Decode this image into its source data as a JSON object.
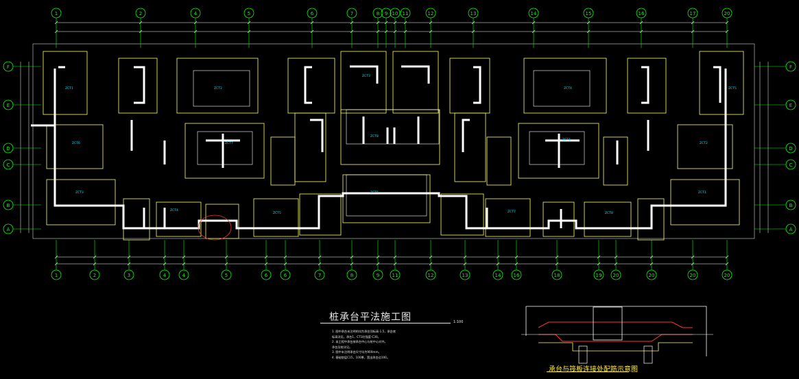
{
  "drawing": {
    "title": "桩承台平法施工图",
    "scale": "1:100",
    "notes": [
      "1. 图中承台未注明的均为承台顶标高-1.5，承台底",
      "   标高详见，承台1，CT1砼强度-C30。",
      "2. 本工程中承台按承台中心与桩中心对齐。",
      "   承台及桩详见。",
      "3. 图中未注明承台尺寸均为900mm。",
      "4. 基础垫层C15，100厚，宽出承台边100。"
    ],
    "section_title": "承台与筏板连接处配筋示意图"
  },
  "grid_top": [
    "1",
    "2",
    "4",
    "5",
    "6",
    "7",
    "8",
    "9",
    "10",
    "11",
    "12",
    "13",
    "14",
    "15",
    "16",
    "17",
    "20"
  ],
  "grid_bottom": [
    "1",
    "2",
    "3",
    "4",
    "4",
    "5",
    "6",
    "6",
    "7",
    "8",
    "9",
    "11",
    "12",
    "13",
    "14",
    "16",
    "18",
    "19",
    "20",
    "20",
    "20",
    "20"
  ],
  "grid_rows": [
    "F",
    "E",
    "D",
    "C",
    "B",
    "A"
  ],
  "cap_labels": [
    "ZCT1",
    "ZCT2",
    "ZCT3",
    "ZCT4",
    "ZCT5",
    "ZCT6",
    "ZCT7",
    "ZCT8"
  ],
  "colors": {
    "background": "#000000",
    "wall": "#ffffff",
    "cap_outline": "#ffff66",
    "grid_axis": "#00ff00",
    "dimension": "#ffffff",
    "annotation": "#00e5ff",
    "section": "#ff3333"
  }
}
